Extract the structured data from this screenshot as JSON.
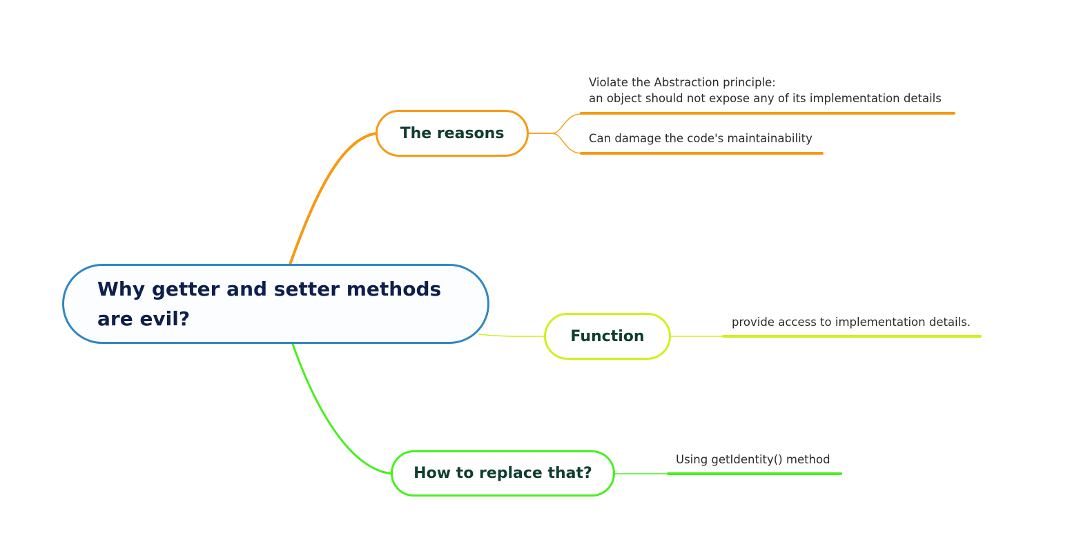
{
  "mindmap": {
    "root": {
      "label": "Why getter and setter methods are evil?",
      "border_color": "#2f86c4"
    },
    "branches": [
      {
        "label": "The reasons",
        "color": "#f59a12",
        "leaves": [
          {
            "lines": [
              "Violate the Abstraction principle:",
              "an object should not expose any of its implementation details"
            ]
          },
          {
            "lines": [
              "Can damage the code's maintainability"
            ]
          }
        ]
      },
      {
        "label": "Function",
        "color": "#cdf21c",
        "leaves": [
          {
            "lines": [
              "provide access to implementation details."
            ]
          }
        ]
      },
      {
        "label": "How to replace that?",
        "color": "#47f01d",
        "leaves": [
          {
            "lines": [
              "Using getIdentity() method"
            ]
          }
        ]
      }
    ]
  }
}
